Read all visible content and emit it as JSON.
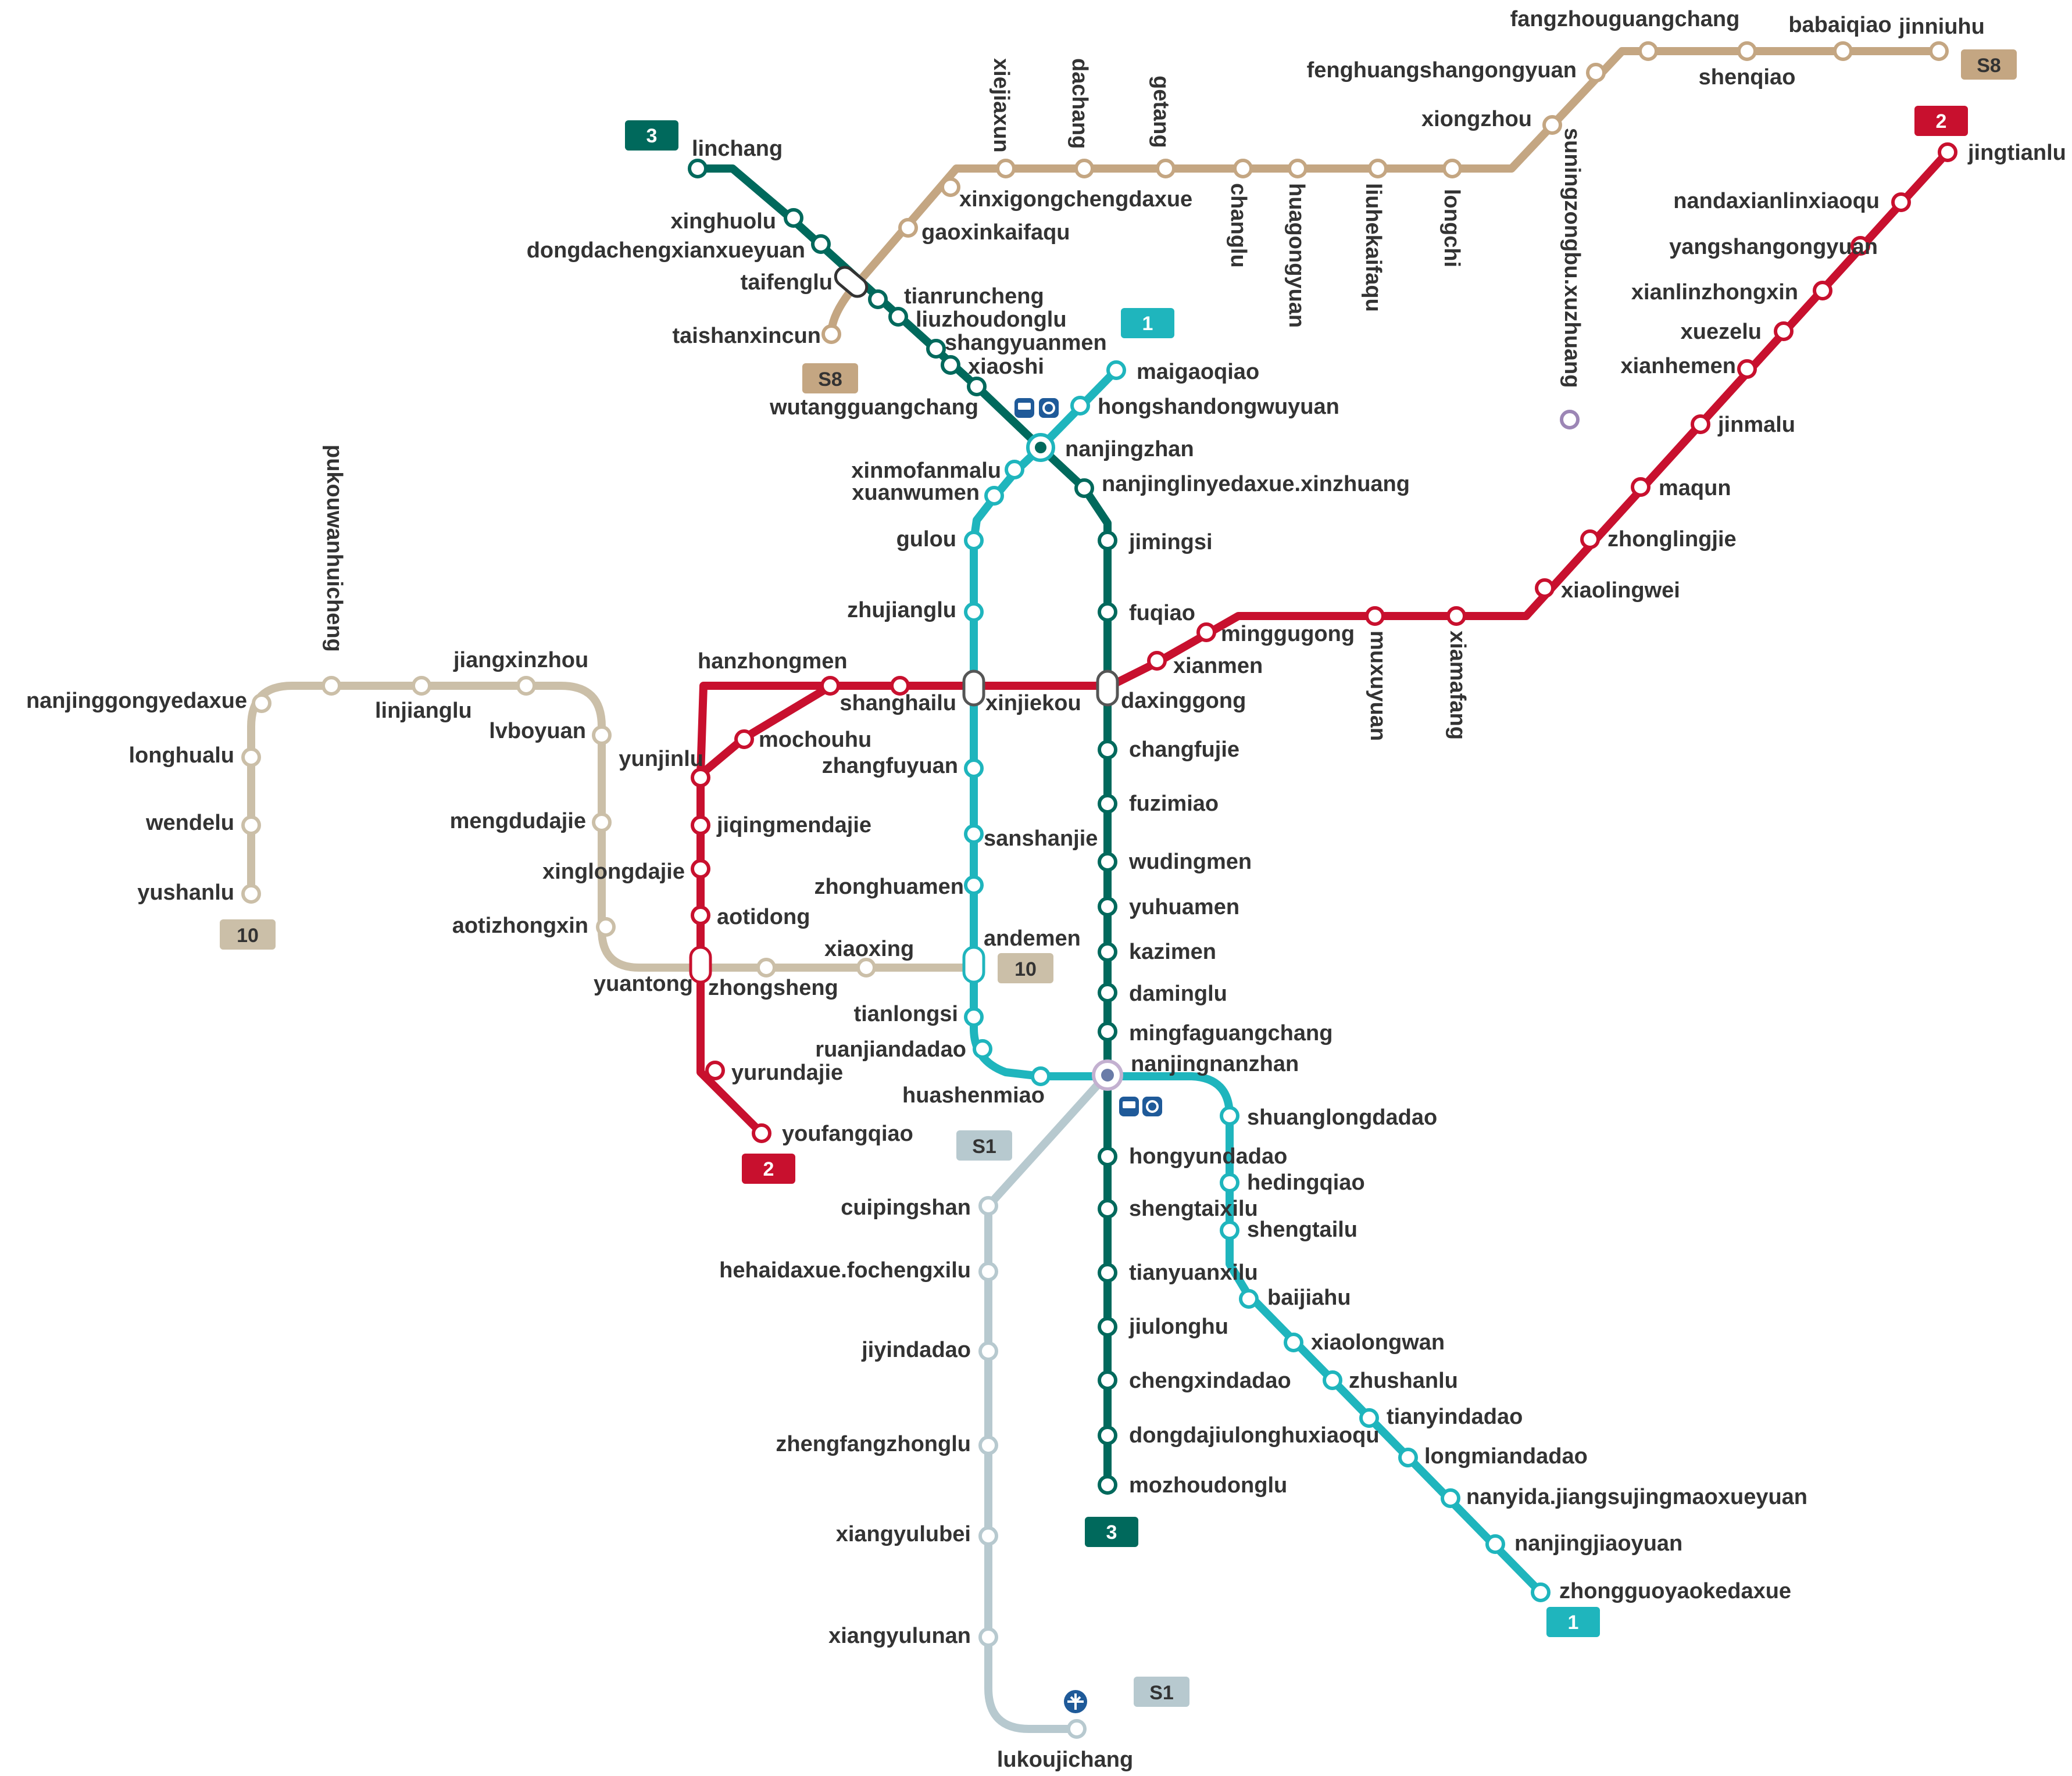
{
  "colors": {
    "line1": "#1fb5bd",
    "line2": "#c8102e",
    "line3": "#00695c",
    "line10": "#cbbfa8",
    "lineS1": "#b7c9cf",
    "lineS8": "#c4a682",
    "station_fill": "#ffffff",
    "label": "#333333",
    "pictogram": "#1f5a99"
  },
  "badges": [
    {
      "id": "badge-3-top",
      "text": "3"
    },
    {
      "id": "badge-s8-top",
      "text": "S8"
    },
    {
      "id": "badge-2-top",
      "text": "2"
    },
    {
      "id": "badge-s8-left",
      "text": "S8"
    },
    {
      "id": "badge-1-top",
      "text": "1"
    },
    {
      "id": "badge-10-left",
      "text": "10"
    },
    {
      "id": "badge-10-mid",
      "text": "10"
    },
    {
      "id": "badge-2-bottom",
      "text": "2"
    },
    {
      "id": "badge-s1-top",
      "text": "S1"
    },
    {
      "id": "badge-3-bottom",
      "text": "3"
    },
    {
      "id": "badge-1-bottom",
      "text": "1"
    },
    {
      "id": "badge-s1-bottom",
      "text": "S1"
    }
  ],
  "icons": [
    "train-station-icon",
    "metro-station-icon",
    "airport-icon"
  ],
  "stations": {
    "linchang": "linchang",
    "xinghuolu": "xinghuolu",
    "dongdachengxianxueyuan": "dongdachengxianxueyuan",
    "taifenglu": "taifenglu",
    "tianruncheng": "tianruncheng",
    "liuzhoudonglu": "liuzhoudonglu",
    "shangyuanmen": "shangyuanmen",
    "xiaoshi": "xiaoshi",
    "wutangguangchang": "wutangguangchang",
    "nanjingzhan": "nanjingzhan",
    "nanjinglinyedaxue": "nanjinglinyedaxue.xinzhuang",
    "jimingsi": "jimingsi",
    "fuqiao": "fuqiao",
    "daxinggong": "daxinggong",
    "changfujie": "changfujie",
    "fuzimiao": "fuzimiao",
    "wudingmen": "wudingmen",
    "yuhuamen": "yuhuamen",
    "kazimen": "kazimen",
    "daminglu": "daminglu",
    "mingfaguangchang": "mingfaguangchang",
    "nanjingnanzhan": "nanjingnanzhan",
    "hongyundadao": "hongyundadao",
    "shengtaixilu": "shengtaixilu",
    "tianyuanxilu": "tianyuanxilu",
    "jiulonghu": "jiulonghu",
    "chengxindadao": "chengxindadao",
    "dongdajiulonghuxiaoqu": "dongdajiulonghuxiaoqu",
    "mozhoudonglu": "mozhoudonglu",
    "maigaoqiao": "maigaoqiao",
    "hongshandongwuyuan": "hongshandongwuyuan",
    "xinmofanmalu": "xinmofanmalu",
    "xuanwumen": "xuanwumen",
    "gulou": "gulou",
    "zhujianglu": "zhujianglu",
    "xinjiekou": "xinjiekou",
    "zhangfuyuan": "zhangfuyuan",
    "sanshanjie": "sanshanjie",
    "zhonghuamen": "zhonghuamen",
    "andemen": "andemen",
    "tianlongsi": "tianlongsi",
    "ruanjiandadao": "ruanjiandadao",
    "huashenmiao": "huashenmiao",
    "shuanglongdadao": "shuanglongdadao",
    "hedingqiao": "hedingqiao",
    "shengtailu": "shengtailu",
    "baijiahu": "baijiahu",
    "xiaolongwan": "xiaolongwan",
    "zhushanlu": "zhushanlu",
    "tianyindadao": "tianyindadao",
    "longmiandadao": "longmiandadao",
    "nanyida": "nanyida.jiangsujingmaoxueyuan",
    "nanjingjiaoyuan": "nanjingjiaoyuan",
    "zhongguoyaokedaxue": "zhongguoyaokedaxue",
    "jingtianlu": "jingtianlu",
    "nandaxianlinxiaoqu": "nandaxianlinxiaoqu",
    "yangshangongyuan": "yangshangongyuan",
    "xianlinzhongxin": "xianlinzhongxin",
    "xuezelu": "xuezelu",
    "xianhemen": "xianhemen",
    "jinmalu": "jinmalu",
    "maqun": "maqun",
    "zhonglingjie": "zhonglingjie",
    "xiaolingwei": "xiaolingwei",
    "xiamafang": "xiamafang",
    "muxuyuan": "muxuyuan",
    "minggugong": "minggugong",
    "xianmen": "xianmen",
    "shanghailu": "shanghailu",
    "hanzhongmen": "hanzhongmen",
    "mochouhu": "mochouhu",
    "yunjinlu": "yunjinlu",
    "jiqingmendajie": "jiqingmendajie",
    "xinglongdajie": "xinglongdajie",
    "aotidong": "aotidong",
    "yuantong": "yuantong",
    "yurundajie": "yurundajie",
    "youfangqiao": "youfangqiao",
    "yushanlu": "yushanlu",
    "wendelu": "wendelu",
    "longhualu": "longhualu",
    "nanjinggongyedaxue": "nanjinggongyedaxue",
    "pukouwanhuicheng": "pukouwanhuicheng",
    "linjianglu": "linjianglu",
    "jiangxinzhou": "jiangxinzhou",
    "lvboyuan": "lvboyuan",
    "mengdudajie": "mengdudajie",
    "aotizhongxin": "aotizhongxin",
    "zhongsheng": "zhongsheng",
    "xiaoxing": "xiaoxing",
    "cuipingshan": "cuipingshan",
    "hehaidaxue": "hehaidaxue.fochengxilu",
    "jiyindadao": "jiyindadao",
    "zhengfangzhonglu": "zhengfangzhonglu",
    "xiangyulubei": "xiangyulubei",
    "xiangyulunan": "xiangyulunan",
    "lukoujichang": "lukoujichang",
    "taishanxincun": "taishanxincun",
    "gaoxinkaifaqu": "gaoxinkaifaqu",
    "xinxigongchengdaxue": "xinxigongchengdaxue",
    "xiejiaxun": "xiejiaxun",
    "dachang": "dachang",
    "getang": "getang",
    "changlu": "changlu",
    "huagongyuan": "huagongyuan",
    "liuhekaifaqu": "liuhekaifaqu",
    "longchi": "longchi",
    "xiongzhou": "xiongzhou",
    "fenghuangshangongyuan": "fenghuangshangongyuan",
    "fangzhouguangchang": "fangzhouguangchang",
    "shenqiao": "shenqiao",
    "babaiqiao": "babaiqiao",
    "jinniuhu": "jinniuhu",
    "suningzongbu": "suningzongbu.xuzhuang"
  }
}
